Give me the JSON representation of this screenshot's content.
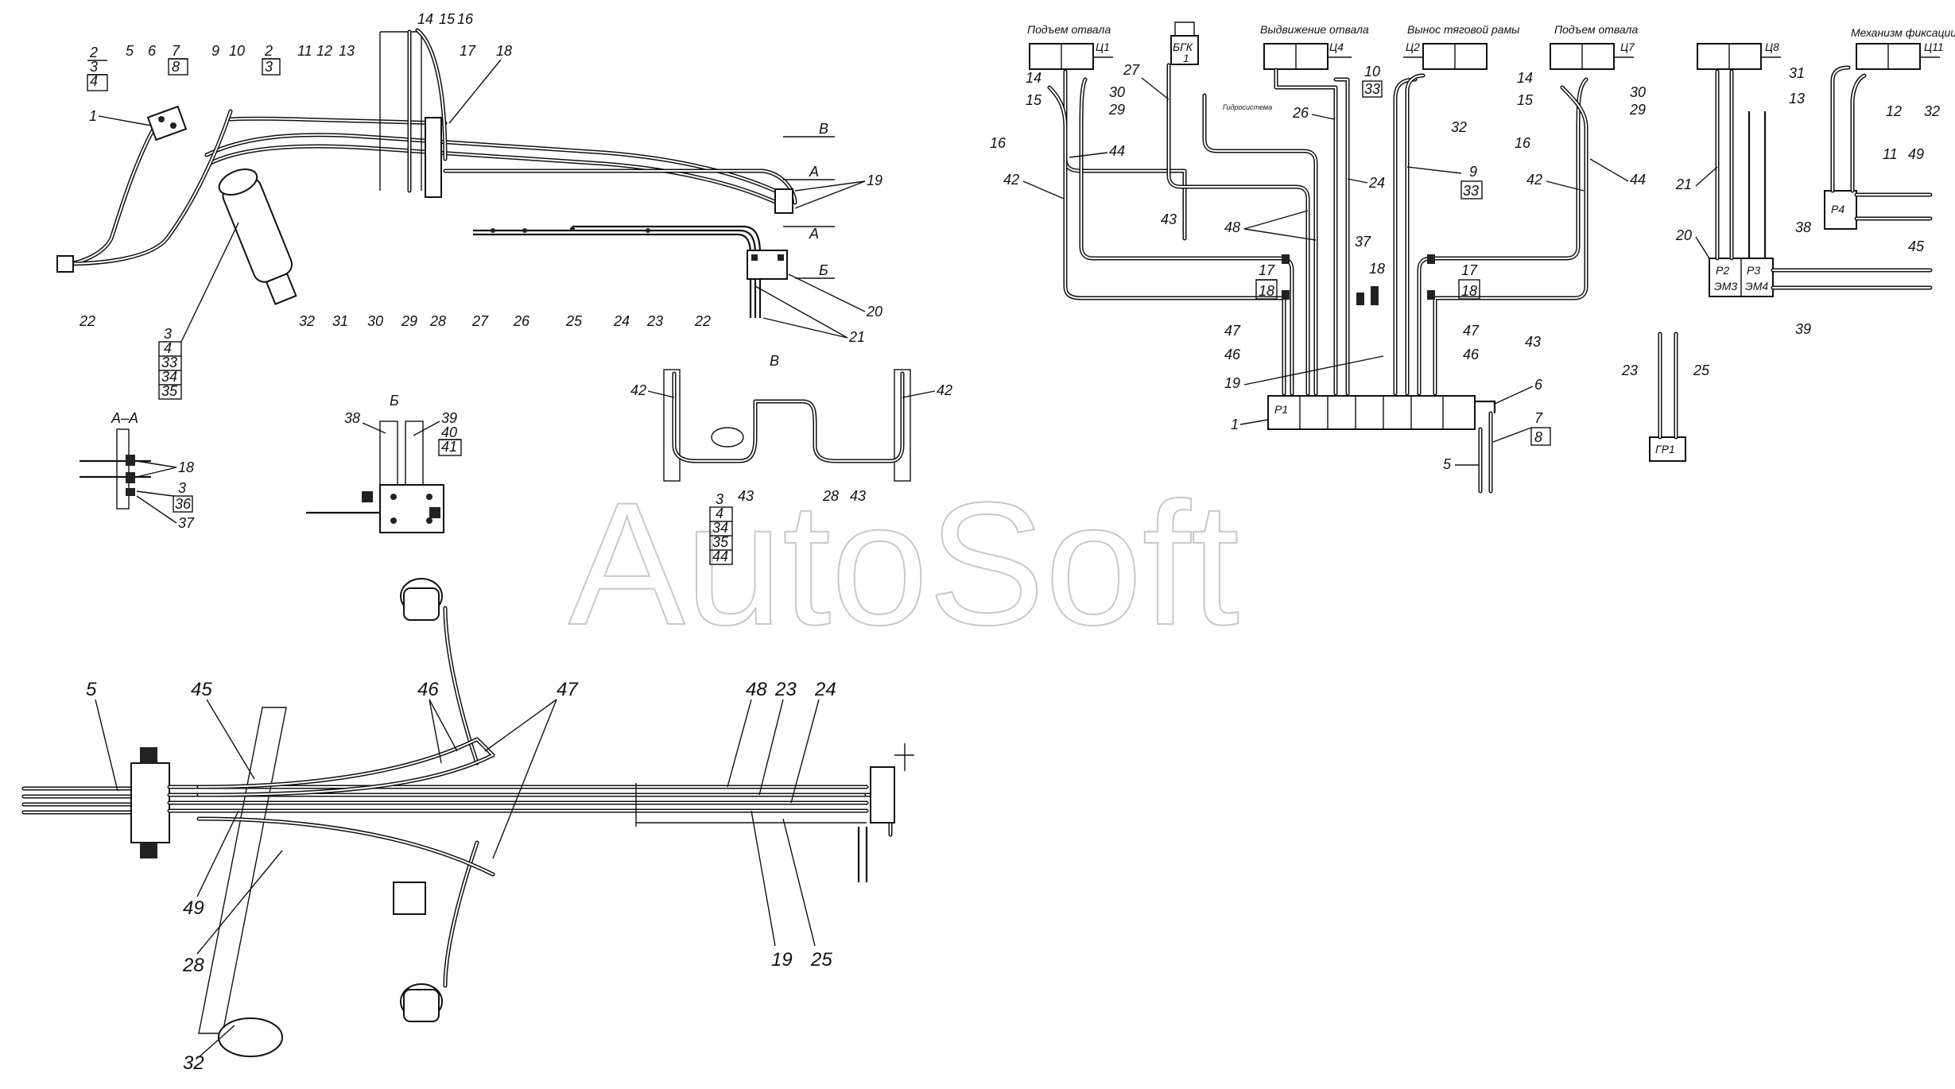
{
  "watermark": "AutoSoft",
  "schematic": {
    "captions": {
      "blade_lift_left": "Подъем отвала",
      "blade_extend": "Выдвижение отвала",
      "drawframe_out": "Вынос тяговой рамы",
      "blade_lift_right": "Подъем отвала",
      "fixing_mechanism": "Механизм фиксации"
    },
    "cylinders": {
      "c1": "Ц1",
      "c4": "Ц4",
      "c2": "Ц2",
      "c7": "Ц7",
      "c8": "Ц8",
      "c11": "Ц11"
    },
    "blocks": {
      "bgk": "БГК",
      "bgk_num": "1",
      "bgk_note": "Гидросистема",
      "p1": "Р1",
      "p2": "Р2",
      "em3": "ЭМ3",
      "p3": "Р3",
      "em4": "ЭМ4",
      "p4": "Р4",
      "gr1": "ГР1"
    }
  },
  "callouts": {
    "n1": "1",
    "n2": "2",
    "n3": "3",
    "n4": "4",
    "n5": "5",
    "n6": "6",
    "n7": "7",
    "n8": "8",
    "n9": "9",
    "n10": "10",
    "n11": "11",
    "n12": "12",
    "n13": "13",
    "n14": "14",
    "n15": "15",
    "n16": "16",
    "n17": "17",
    "n18": "18",
    "n19": "19",
    "n20": "20",
    "n21": "21",
    "n22": "22",
    "n23": "23",
    "n24": "24",
    "n25": "25",
    "n26": "26",
    "n27": "27",
    "n28": "28",
    "n29": "29",
    "n30": "30",
    "n31": "31",
    "n32": "32",
    "n33": "33",
    "n34": "34",
    "n35": "35",
    "n36": "36",
    "n37": "37",
    "n38": "38",
    "n39": "39",
    "n40": "40",
    "n41": "41",
    "n42": "42",
    "n43": "43",
    "n44": "44",
    "n45": "45",
    "n46": "46",
    "n47": "47",
    "n48": "48",
    "n49": "49"
  },
  "sections": {
    "a": "А",
    "b": "Б",
    "v": "В",
    "aa": "А–А"
  }
}
